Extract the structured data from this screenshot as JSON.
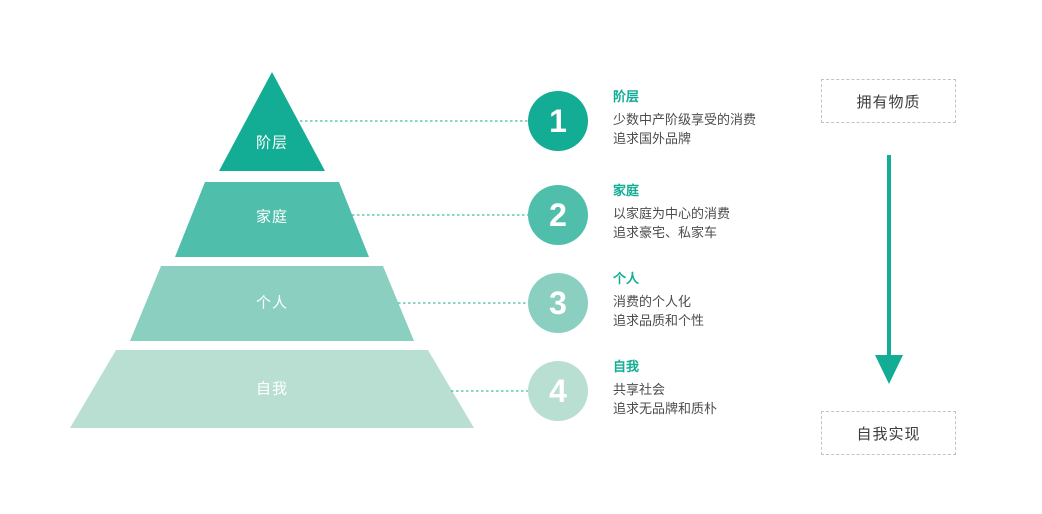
{
  "palette": {
    "level1": "#12ad94",
    "level2": "#4fbfac",
    "level3": "#8acfc0",
    "level4": "#b9dfd3",
    "accent": "#12ad94",
    "body_text": "#4c4c4c",
    "box_border": "#b9c6cf",
    "connector": "#12ad94",
    "background": "#ffffff"
  },
  "pyramid": {
    "levels": [
      {
        "label": "阶层",
        "color_key": "level1"
      },
      {
        "label": "家庭",
        "color_key": "level2"
      },
      {
        "label": "个人",
        "color_key": "level3"
      },
      {
        "label": "自我",
        "color_key": "level4"
      }
    ]
  },
  "steps": [
    {
      "number": "1",
      "title": "阶层",
      "lines": [
        "少数中产阶级享受的消费",
        "追求国外品牌"
      ]
    },
    {
      "number": "2",
      "title": "家庭",
      "lines": [
        "以家庭为中心的消费",
        "追求豪宅、私家车"
      ]
    },
    {
      "number": "3",
      "title": "个人",
      "lines": [
        "消费的个人化",
        "追求品质和个性"
      ]
    },
    {
      "number": "4",
      "title": "自我",
      "lines": [
        "共享社会",
        "追求无品牌和质朴"
      ]
    }
  ],
  "axis": {
    "top_box_label": "拥有物质",
    "bottom_box_label": "自我实现",
    "arrow_direction": "down"
  }
}
